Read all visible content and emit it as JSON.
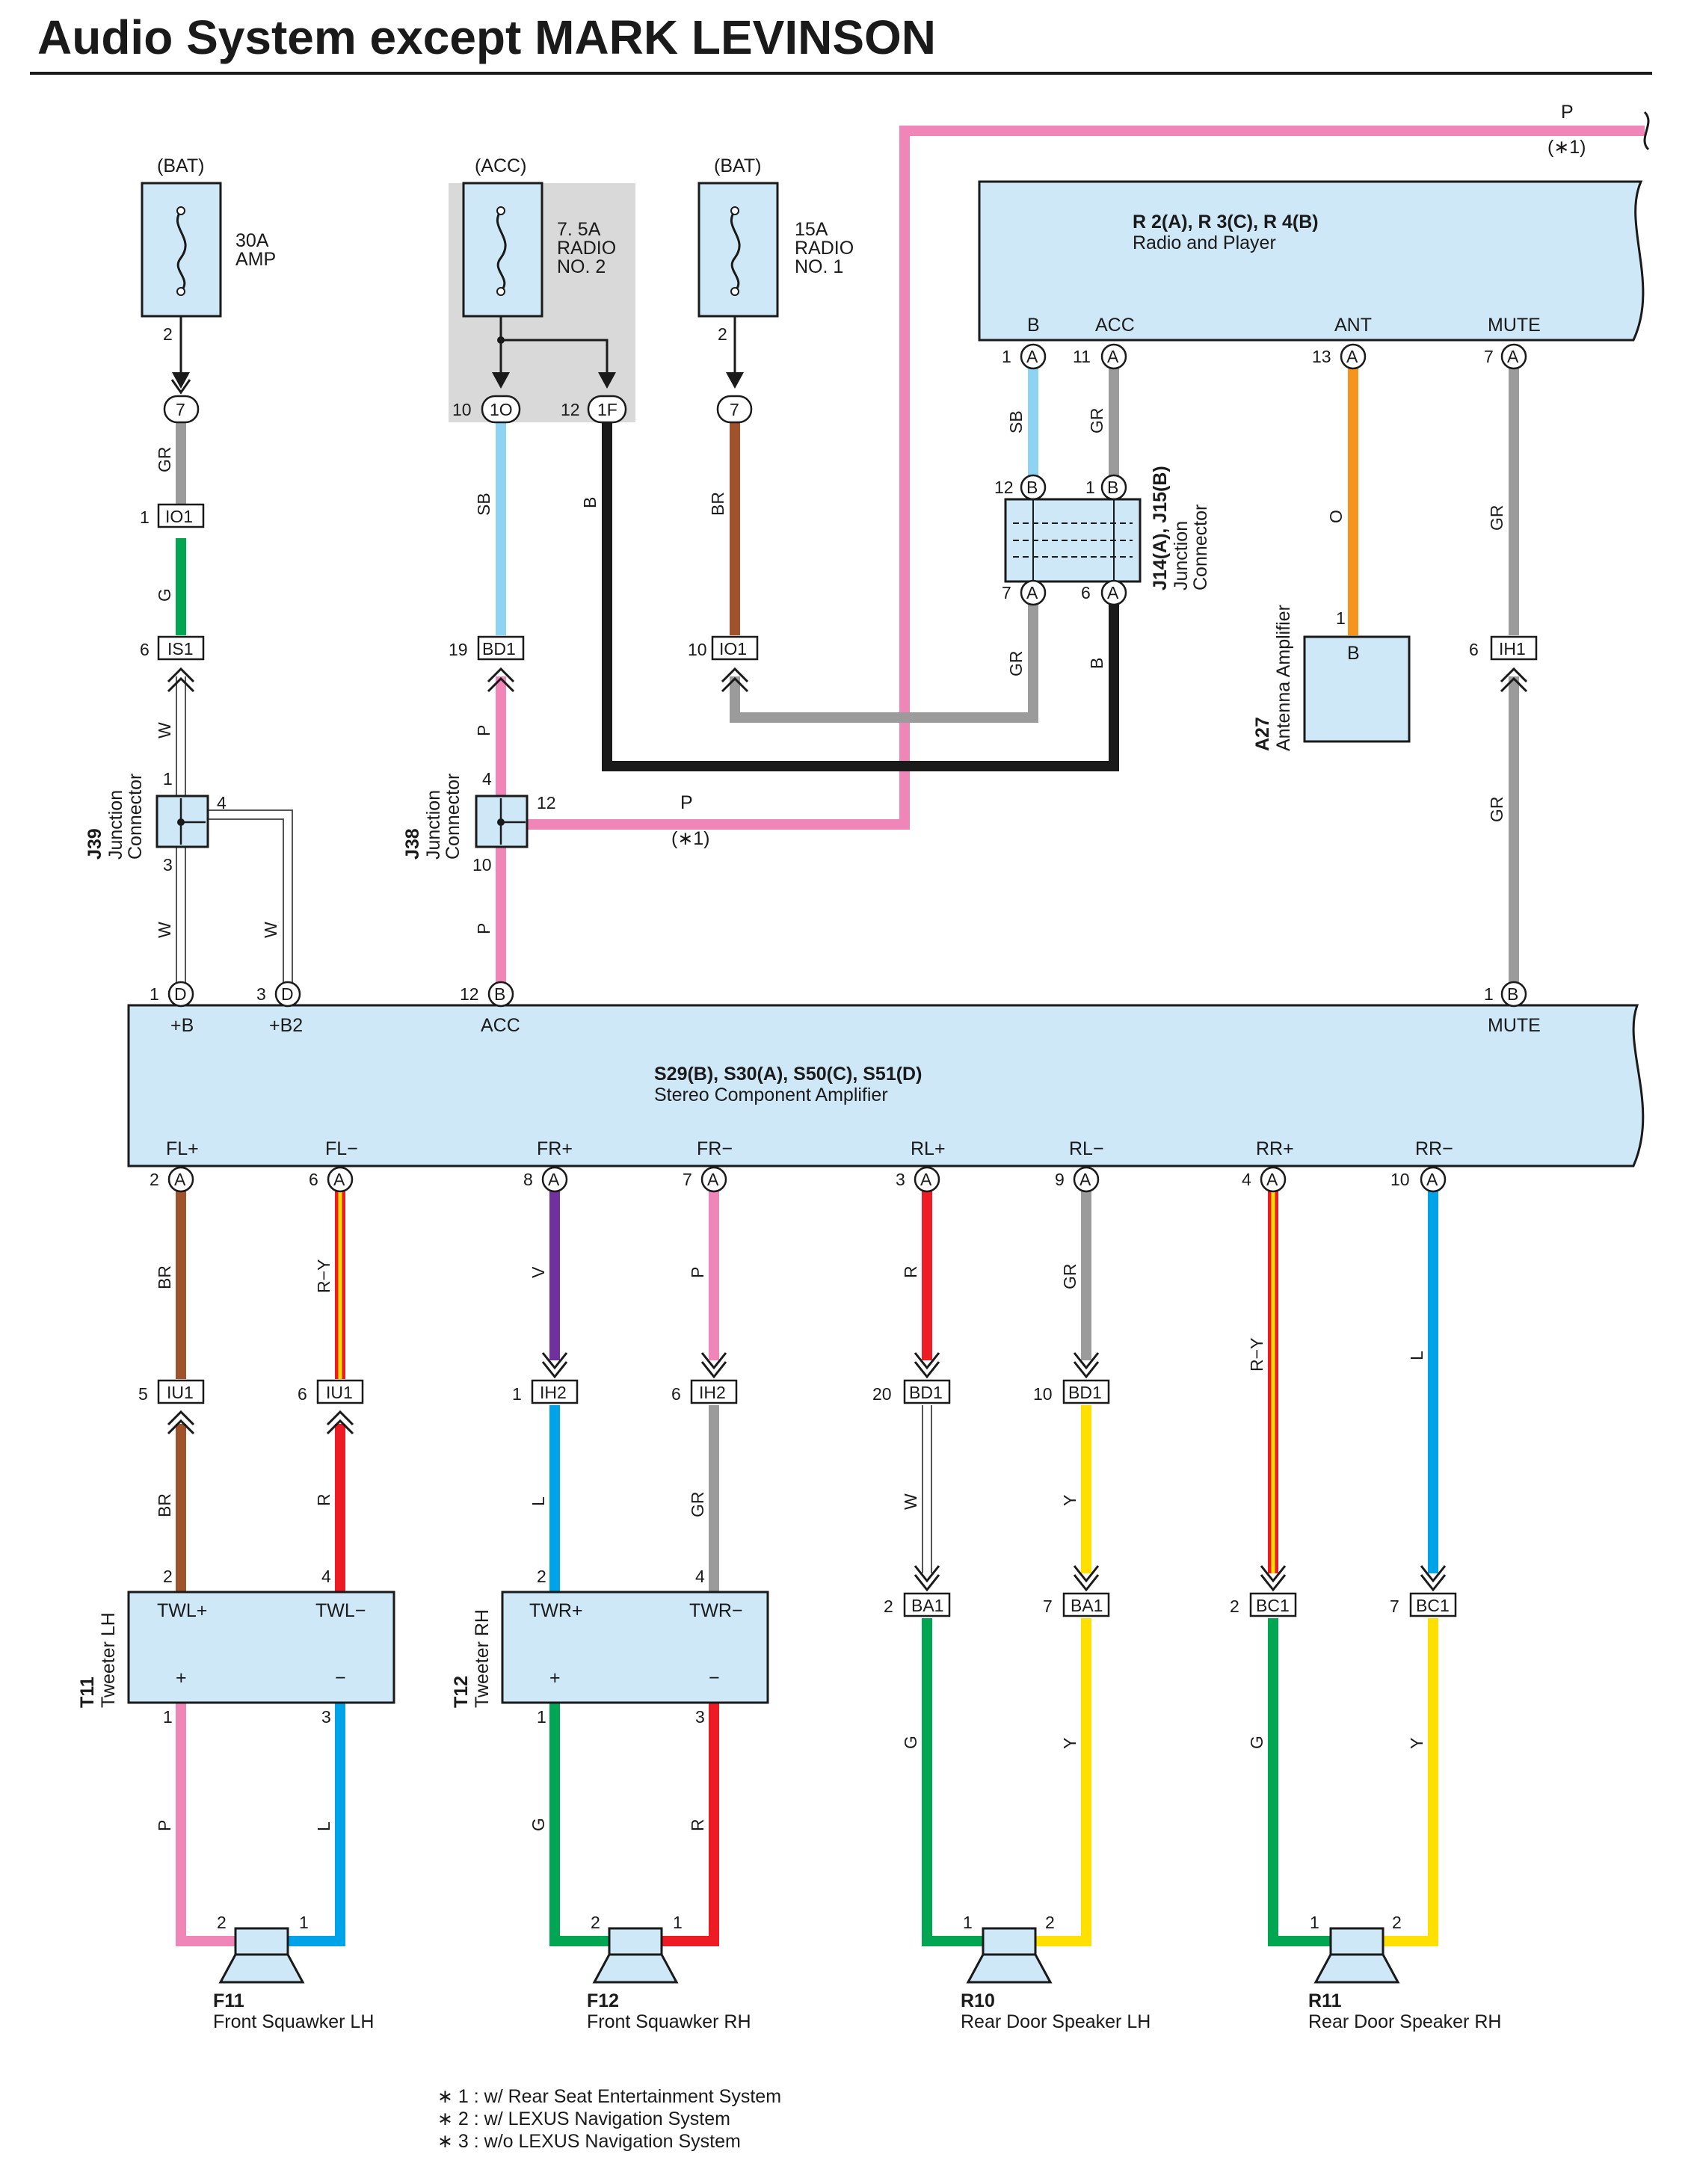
{
  "title": "Audio System except MARK LEVINSON",
  "colors": {
    "P": "#ef86b7",
    "GR": "#9b9b9b",
    "G": "#00a651",
    "SB": "#8fd3f3",
    "B": "#1a1a1a",
    "BR": "#a0522d",
    "O": "#f7941d",
    "R": "#ed1c24",
    "V": "#7030a0",
    "L": "#00a3e8",
    "Y": "#ffe000",
    "W": "#ffffff",
    "RY_base": "#ed1c24",
    "RY_stripe": "#ffe000",
    "box_fill": "#cfe8f7",
    "fuse_bg": "#d9d9d9"
  },
  "fuses": {
    "amp": {
      "source": "(BAT)",
      "rating": "30A",
      "name": "AMP",
      "pin": "2",
      "jc": "7"
    },
    "radio2": {
      "source": "(ACC)",
      "rating": "7. 5A",
      "name1": "RADIO",
      "name2": "NO. 2",
      "jc1": "1O",
      "jc1_pin": "10",
      "jc2": "1F",
      "jc2_pin": "12"
    },
    "radio1": {
      "source": "(BAT)",
      "rating": "15A",
      "name1": "RADIO",
      "name2": "NO. 1",
      "pin": "2",
      "jc": "7"
    }
  },
  "radio": {
    "ref": "R 2(A), R 3(C), R 4(B)",
    "name": "Radio and Player",
    "pins": [
      {
        "label": "B",
        "num": "1",
        "conn": "A"
      },
      {
        "label": "ACC",
        "num": "11",
        "conn": "A"
      },
      {
        "label": "ANT",
        "num": "13",
        "conn": "A"
      },
      {
        "label": "MUTE",
        "num": "7",
        "conn": "A"
      }
    ]
  },
  "junction_j14": {
    "ref": "J14(A), J15(B)",
    "name1": "Junction",
    "name2": "Connector",
    "pins": [
      {
        "num": "12",
        "conn": "B"
      },
      {
        "num": "1",
        "conn": "B"
      },
      {
        "num": "7",
        "conn": "A"
      },
      {
        "num": "6",
        "conn": "A"
      }
    ]
  },
  "antenna": {
    "ref": "A27",
    "name": "Antenna Amplifier",
    "pin_label": "B",
    "pin": "1"
  },
  "j39": {
    "ref": "J39",
    "name1": "Junction",
    "name2": "Connector",
    "pin_top": "1",
    "pin_right": "4",
    "pin_bottom": "3"
  },
  "j38": {
    "ref": "J38",
    "name1": "Junction",
    "name2": "Connector",
    "pin_top": "4",
    "pin_right": "12",
    "pin_bottom": "10"
  },
  "p_line": {
    "label": "P",
    "note": "(∗1)"
  },
  "connectors_top": [
    {
      "pin": "1",
      "name": "IO1"
    },
    {
      "pin": "6",
      "name": "IS1"
    },
    {
      "pin": "19",
      "name": "BD1"
    },
    {
      "pin": "10",
      "name": "IO1"
    },
    {
      "pin": "6",
      "name": "IH1"
    }
  ],
  "amp": {
    "ref": "S29(B), S30(A), S50(C), S51(D)",
    "name": "Stereo Component Amplifier",
    "top_pins": [
      {
        "label": "+B",
        "num": "1",
        "conn": "D"
      },
      {
        "label": "+B2",
        "num": "3",
        "conn": "D"
      },
      {
        "label": "ACC",
        "num": "12",
        "conn": "B"
      },
      {
        "label": "MUTE",
        "num": "1",
        "conn": "B"
      }
    ],
    "bottom_pins": [
      {
        "label": "FL+",
        "num": "2",
        "conn": "A"
      },
      {
        "label": "FL−",
        "num": "6",
        "conn": "A"
      },
      {
        "label": "FR+",
        "num": "8",
        "conn": "A"
      },
      {
        "label": "FR−",
        "num": "7",
        "conn": "A"
      },
      {
        "label": "RL+",
        "num": "3",
        "conn": "A"
      },
      {
        "label": "RL−",
        "num": "9",
        "conn": "A"
      },
      {
        "label": "RR+",
        "num": "4",
        "conn": "A"
      },
      {
        "label": "RR−",
        "num": "10",
        "conn": "A"
      }
    ]
  },
  "mid_connectors": [
    {
      "pin": "5",
      "name": "IU1"
    },
    {
      "pin": "6",
      "name": "IU1"
    },
    {
      "pin": "1",
      "name": "IH2"
    },
    {
      "pin": "6",
      "name": "IH2"
    },
    {
      "pin": "20",
      "name": "BD1"
    },
    {
      "pin": "10",
      "name": "BD1"
    },
    {
      "pin": "2",
      "name": "BA1"
    },
    {
      "pin": "7",
      "name": "BA1"
    },
    {
      "pin": "2",
      "name": "BC1"
    },
    {
      "pin": "7",
      "name": "BC1"
    }
  ],
  "tweeters": [
    {
      "ref": "T11",
      "name": "Tweeter LH",
      "in_plus": "TWL+",
      "in_minus": "TWL−",
      "pin_in_plus": "2",
      "pin_in_minus": "4",
      "pin_out_plus": "1",
      "pin_out_minus": "3",
      "plus": "+",
      "minus": "−"
    },
    {
      "ref": "T12",
      "name": "Tweeter RH",
      "in_plus": "TWR+",
      "in_minus": "TWR−",
      "pin_in_plus": "2",
      "pin_in_minus": "4",
      "pin_out_plus": "1",
      "pin_out_minus": "3",
      "plus": "+",
      "minus": "−"
    }
  ],
  "speakers": [
    {
      "ref": "F11",
      "name": "Front Squawker LH",
      "pin_left": "2",
      "pin_right": "1"
    },
    {
      "ref": "F12",
      "name": "Front Squawker RH",
      "pin_left": "2",
      "pin_right": "1"
    },
    {
      "ref": "R10",
      "name": "Rear Door Speaker LH",
      "pin_left": "1",
      "pin_right": "2"
    },
    {
      "ref": "R11",
      "name": "Rear Door Speaker RH",
      "pin_left": "1",
      "pin_right": "2"
    }
  ],
  "wire_codes": {
    "amp_gr": "GR",
    "amp_g": "G",
    "amp_w1": "W",
    "amp_w2": "W",
    "amp_w3": "W",
    "acc_sb": "SB",
    "acc_b": "B",
    "acc_p1": "P",
    "acc_p2": "P",
    "bat_br": "BR",
    "j14_sb": "SB",
    "j14_gr_top": "GR",
    "j14_gr_bot": "GR",
    "j14_b": "B",
    "ant_o": "O",
    "mute_gr1": "GR",
    "mute_gr2": "GR",
    "fl_br1": "BR",
    "fl_ry": "R−Y",
    "fr_v": "V",
    "fr_p": "P",
    "rl_r": "R",
    "rl_gr": "GR",
    "rr_ry": "R−Y",
    "rr_l": "L",
    "tl_br": "BR",
    "tl_r": "R",
    "tr_l": "L",
    "tr_gr": "GR",
    "rl_w": "W",
    "rl_y": "Y",
    "tl_p": "P",
    "tl_l": "L",
    "tr_g": "G",
    "tr_r": "R",
    "rl_g": "G",
    "rl_y2": "Y",
    "rr_g": "G",
    "rr_y2": "Y"
  },
  "footnotes": [
    "∗ 1 : w/ Rear Seat Entertainment System",
    "∗ 2 : w/ LEXUS Navigation System",
    "∗ 3 : w/o LEXUS Navigation System"
  ]
}
